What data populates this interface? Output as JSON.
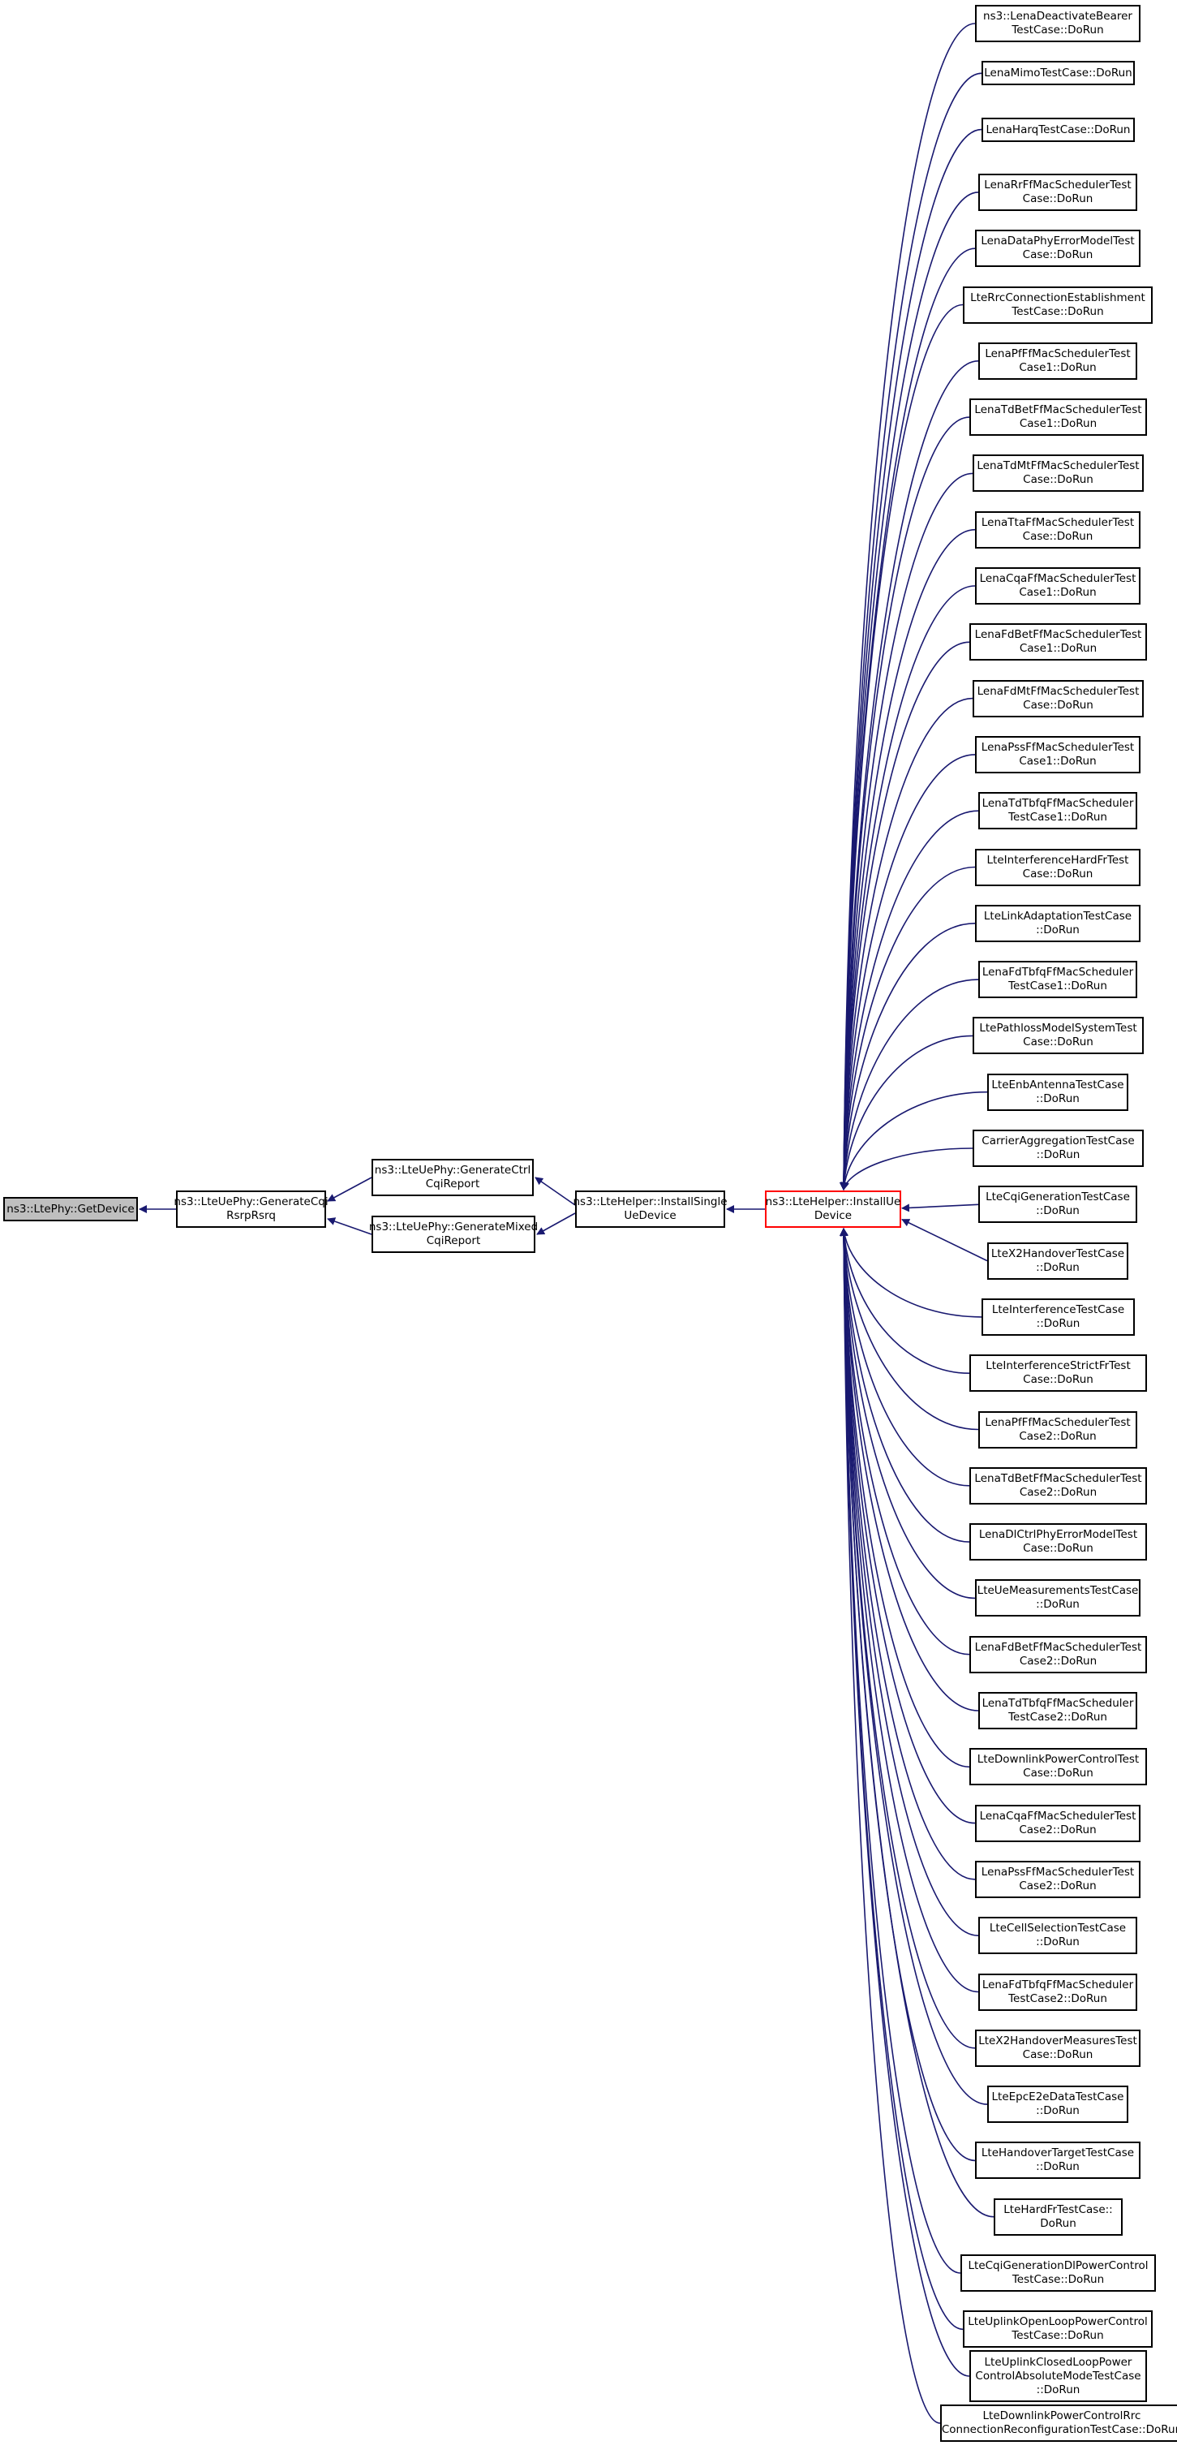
{
  "colors": {
    "edge": "#191970",
    "root_fill": "#bfbfbf",
    "focus_border": "#ff0000",
    "node_border": "#000000"
  },
  "nodes": {
    "get_device": "ns3::LtePhy::GetDevice",
    "generate_cqi": "ns3::LteUePhy::GenerateCqi\nRsrpRsrq",
    "generate_ctrl": "ns3::LteUePhy::GenerateCtrl\nCqiReport",
    "generate_mixed": "ns3::LteUePhy::GenerateMixed\nCqiReport",
    "install_single": "ns3::LteHelper::InstallSingle\nUeDevice",
    "install_ue": "ns3::LteHelper::InstallUe\nDevice"
  },
  "callers": [
    "ns3::LenaDeactivateBearer\nTestCase::DoRun",
    "LenaMimoTestCase::DoRun",
    "LenaHarqTestCase::DoRun",
    "LenaRrFfMacSchedulerTest\nCase::DoRun",
    "LenaDataPhyErrorModelTest\nCase::DoRun",
    "LteRrcConnectionEstablishment\nTestCase::DoRun",
    "LenaPfFfMacSchedulerTest\nCase1::DoRun",
    "LenaTdBetFfMacSchedulerTest\nCase1::DoRun",
    "LenaTdMtFfMacSchedulerTest\nCase::DoRun",
    "LenaTtaFfMacSchedulerTest\nCase::DoRun",
    "LenaCqaFfMacSchedulerTest\nCase1::DoRun",
    "LenaFdBetFfMacSchedulerTest\nCase1::DoRun",
    "LenaFdMtFfMacSchedulerTest\nCase::DoRun",
    "LenaPssFfMacSchedulerTest\nCase1::DoRun",
    "LenaTdTbfqFfMacScheduler\nTestCase1::DoRun",
    "LteInterferenceHardFrTest\nCase::DoRun",
    "LteLinkAdaptationTestCase\n::DoRun",
    "LenaFdTbfqFfMacScheduler\nTestCase1::DoRun",
    "LtePathlossModelSystemTest\nCase::DoRun",
    "LteEnbAntennaTestCase\n::DoRun",
    "CarrierAggregationTestCase\n::DoRun",
    "LteCqiGenerationTestCase\n::DoRun",
    "LteX2HandoverTestCase\n::DoRun",
    "LteInterferenceTestCase\n::DoRun",
    "LteInterferenceStrictFrTest\nCase::DoRun",
    "LenaPfFfMacSchedulerTest\nCase2::DoRun",
    "LenaTdBetFfMacSchedulerTest\nCase2::DoRun",
    "LenaDlCtrlPhyErrorModelTest\nCase::DoRun",
    "LteUeMeasurementsTestCase\n::DoRun",
    "LenaFdBetFfMacSchedulerTest\nCase2::DoRun",
    "LenaTdTbfqFfMacScheduler\nTestCase2::DoRun",
    "LteDownlinkPowerControlTest\nCase::DoRun",
    "LenaCqaFfMacSchedulerTest\nCase2::DoRun",
    "LenaPssFfMacSchedulerTest\nCase2::DoRun",
    "LteCellSelectionTestCase\n::DoRun",
    "LenaFdTbfqFfMacScheduler\nTestCase2::DoRun",
    "LteX2HandoverMeasuresTest\nCase::DoRun",
    "LteEpcE2eDataTestCase\n::DoRun",
    "LteHandoverTargetTestCase\n::DoRun",
    "LteHardFrTestCase::\nDoRun",
    "LteCqiGenerationDlPowerControl\nTestCase::DoRun",
    "LteUplinkOpenLoopPowerControl\nTestCase::DoRun",
    "LteUplinkClosedLoopPower\nControlAbsoluteModeTestCase\n::DoRun",
    "LteDownlinkPowerControlRrc\nConnectionReconfigurationTestCase::DoRun"
  ]
}
